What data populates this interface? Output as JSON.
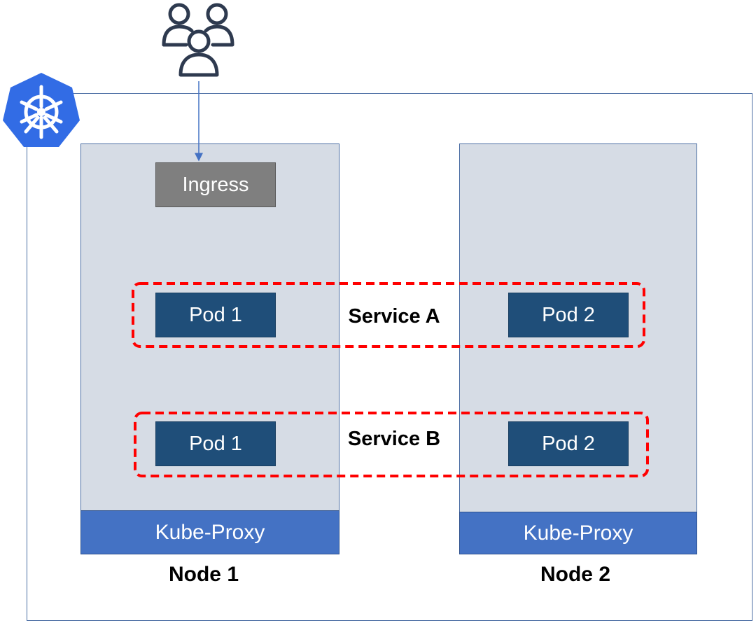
{
  "diagram": {
    "ingress_label": "Ingress",
    "services": [
      {
        "label": "Service A",
        "pods": [
          "Pod 1",
          "Pod 2"
        ]
      },
      {
        "label": "Service B",
        "pods": [
          "Pod 1",
          "Pod 2"
        ]
      }
    ],
    "nodes": [
      {
        "label": "Node 1",
        "proxy_label": "Kube-Proxy"
      },
      {
        "label": "Node 2",
        "proxy_label": "Kube-Proxy"
      }
    ],
    "icons": {
      "logo": "kubernetes-logo-icon",
      "users": "users-icon"
    },
    "colors": {
      "node_fill": "#d6dce5",
      "proxy_fill": "#4472c4",
      "pod_fill": "#1f4e79",
      "ingress_fill": "#7f7f7f",
      "service_border": "#ff0000",
      "logo": "#326ce5"
    }
  }
}
